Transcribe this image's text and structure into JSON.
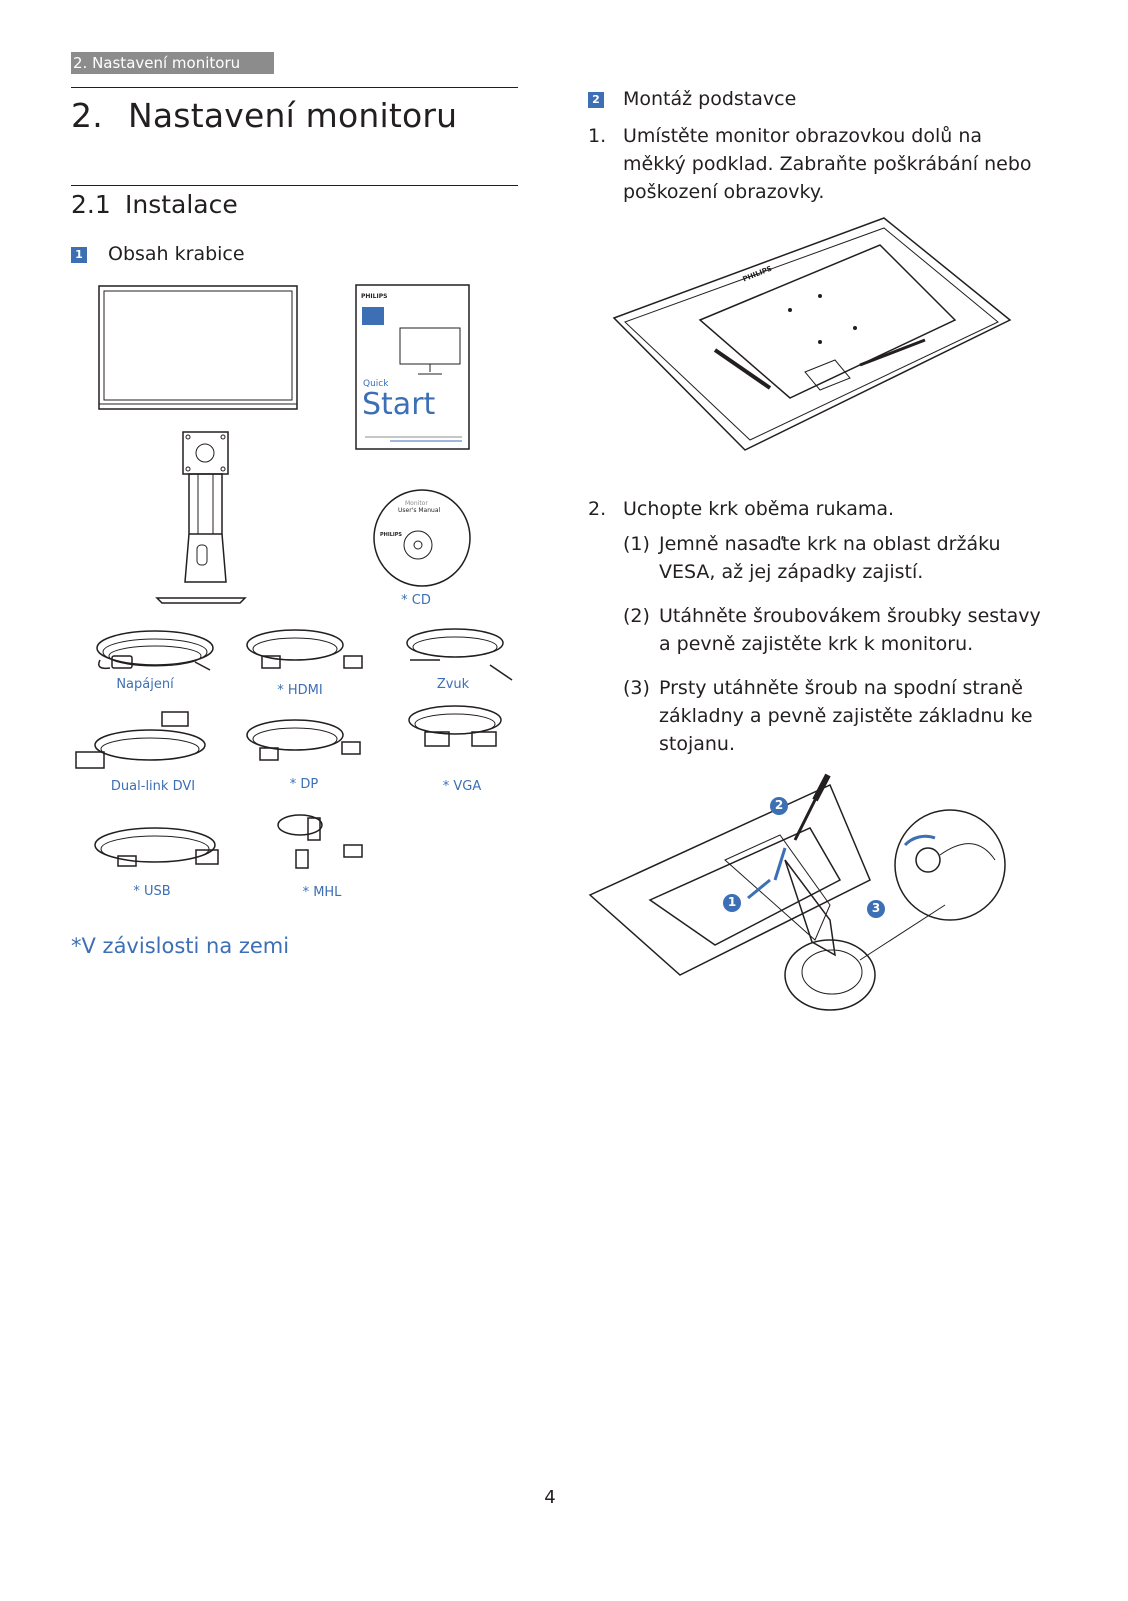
{
  "header_tab": "2. Nastavení monitoru",
  "chapter": {
    "number": "2.",
    "title": "Nastavení monitoru"
  },
  "section": {
    "number": "2.1",
    "title": "Instalace"
  },
  "box_contents": {
    "badge": "1",
    "title": "Obsah krabice",
    "quick_start": {
      "brand": "PHILIPS",
      "quick": "Quick",
      "start": "Start"
    },
    "cd": {
      "brand": "PHILIPS",
      "line1": "Monitor",
      "line2": "User's Manual"
    },
    "captions": {
      "cd": "* CD",
      "power": "Napájení",
      "hdmi": "* HDMI",
      "audio": "Zvuk",
      "dvi": "Dual-link DVI",
      "dp": "* DP",
      "vga": "* VGA",
      "usb": "* USB",
      "mhl": "* MHL"
    },
    "note": "*V závislosti na zemi"
  },
  "stand_assembly": {
    "badge": "2",
    "title": "Montáž podstavce",
    "step1": {
      "num": "1.",
      "text_l1": "Umístěte monitor obrazovkou dolů na",
      "text_l2": "měkký podklad. Zabraňte poškrábání nebo",
      "text_l3": "poškození obrazovky."
    },
    "step2": {
      "num": "2.",
      "text": "Uchopte krk oběma rukama."
    },
    "sub1": {
      "num": "(1)",
      "l1": "Jemně nasaďte krk na oblast držáku",
      "l2": "VESA, až jej západky zajistí."
    },
    "sub2": {
      "num": "(2)",
      "l1": "Utáhněte šroubovákem šroubky sestavy",
      "l2": "a pevně zajistěte krk k monitoru."
    },
    "sub3": {
      "num": "(3)",
      "l1": "Prsty utáhněte šroub na spodní straně",
      "l2": "základny a pevně zajistěte základnu ke",
      "l3": "stojanu."
    },
    "monitor_brand": "PHILIPS",
    "callouts": [
      "1",
      "2",
      "3"
    ]
  },
  "page_number": "4",
  "colors": {
    "accent": "#3c6fb4",
    "header_gray": "#8c8c8c",
    "text": "#231f20"
  }
}
